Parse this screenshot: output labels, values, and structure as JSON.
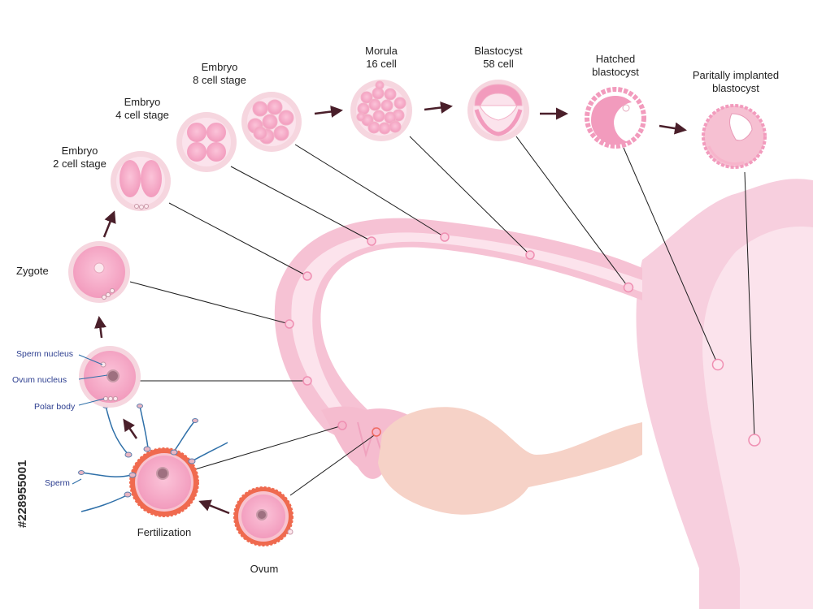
{
  "labels": {
    "embryo2": [
      "Embryo",
      "2 cell stage"
    ],
    "embryo4": [
      "Embryo",
      "4 cell stage"
    ],
    "embryo8": [
      "Embryo",
      "8 cell stage"
    ],
    "morula": [
      "Morula",
      "16 cell"
    ],
    "blastocyst": [
      "Blastocyst",
      "58 cell"
    ],
    "hatched": [
      "Hatched",
      "blastocyst"
    ],
    "implanted": [
      "Paritally implanted",
      "blastocyst"
    ],
    "zygote": "Zygote",
    "fertilization": "Fertilization",
    "ovum": "Ovum"
  },
  "callouts": {
    "sperm_nucleus": "Sperm nucleus",
    "ovum_nucleus": "Ovum nucleus",
    "polar_body": "Polar body",
    "sperm": "Sperm"
  },
  "watermark": "#228955001",
  "colors": {
    "cell_pink": "#f6a9c7",
    "cell_rim": "#f3c1cf",
    "tube": "#f9d3e0",
    "uterus": "#fae0ea",
    "ovary": "#f7d3c8",
    "zona": "#f06a4f",
    "arrow": "#4a1f2a",
    "callout_text": "#2b3d8f"
  }
}
